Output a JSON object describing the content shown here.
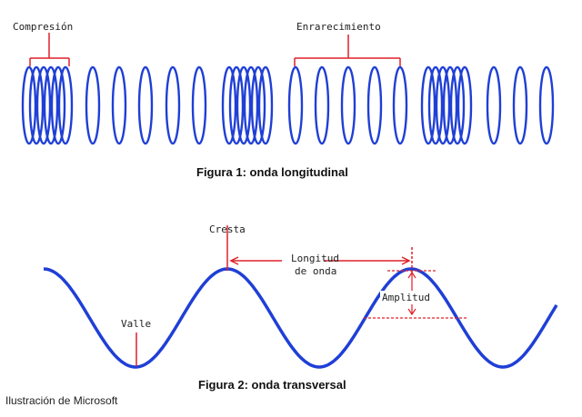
{
  "figure1": {
    "caption": "Figura 1: onda longitudinal",
    "label_compression": "Compresión",
    "label_rarefaction": "Enrarecimiento",
    "coil_color": "#1f3fd6"
  },
  "figure2": {
    "caption": "Figura 2: onda transversal",
    "label_crest": "Cresta",
    "label_trough": "Valle",
    "label_wavelength_line1": "Longitud",
    "label_wavelength_line2": "de onda",
    "label_amplitude": "Amplitud",
    "wave_color": "#1f3fd6",
    "marker_color": "#e0202a"
  },
  "credit": "Ilustración de Microsoft"
}
